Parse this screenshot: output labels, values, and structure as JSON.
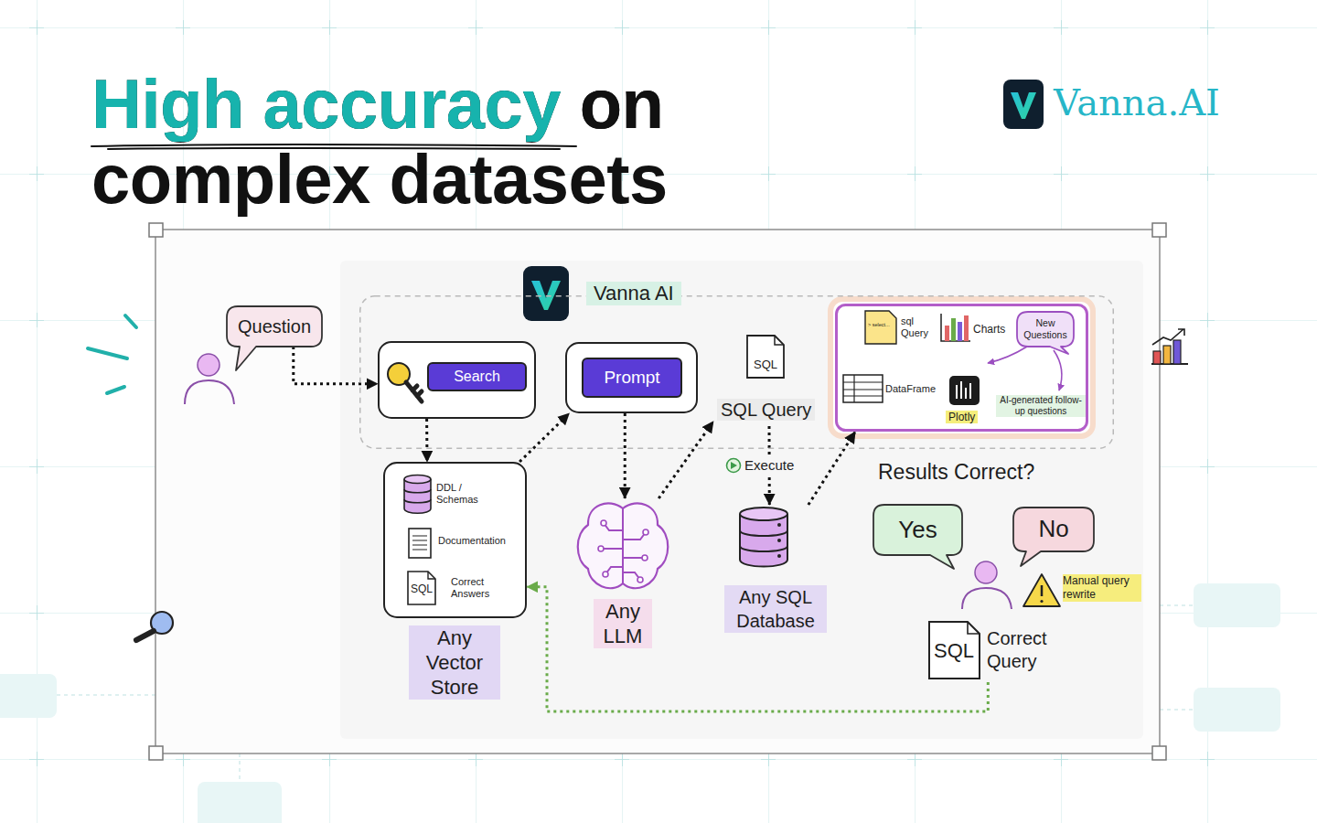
{
  "diagram": {
    "title": "High accuracy on complex datasets",
    "nodes": [
      {
        "text": [
          "Question"
        ]
      },
      {
        "text": [
          "Vanna AI"
        ]
      },
      {
        "text": [
          "Search"
        ],
        "in": 1
      },
      {
        "text": [
          "Prompt"
        ],
        "in": 1
      },
      {
        "text": [
          "SQL",
          "SQL Query"
        ],
        "in": 1
      },
      {
        "text": [
          "> select...",
          "sql Query",
          "Charts",
          "DataFrame",
          "Plotly",
          "AI-generated follow-up questions"
        ],
        "in": 1
      },
      {
        "text": [
          "New Questions"
        ],
        "in": 5
      },
      {
        "text": [
          "DDL / Schemas",
          "Documentation",
          "SQL",
          "Correct Answers",
          "Any Vector Store"
        ]
      },
      {
        "text": [
          "Any LLM"
        ]
      },
      {
        "text": [
          "Any SQL Database"
        ]
      },
      {
        "text": [
          "Yes"
        ]
      },
      {
        "text": [
          "No"
        ]
      },
      {
        "text": [
          "SQL",
          "Correct Query"
        ]
      }
    ],
    "edges": [
      {
        "from": 0,
        "to": 2,
        "arrow": "to"
      },
      {
        "from": 2,
        "to": 7,
        "arrow": "to"
      },
      {
        "from": 7,
        "to": 3,
        "arrow": "to"
      },
      {
        "from": 3,
        "to": 8,
        "arrow": "to"
      },
      {
        "from": 8,
        "to": 4,
        "arrow": "to"
      },
      {
        "from": 4,
        "to": 9,
        "label": "Execute",
        "arrow": "to"
      },
      {
        "from": 9,
        "to": 5,
        "arrow": "to"
      },
      {
        "from": 12,
        "to": 7,
        "arrow": "to"
      }
    ],
    "labels": [
      "Results Correct?",
      "Manual query rewrite",
      "Vanna.AI"
    ]
  }
}
